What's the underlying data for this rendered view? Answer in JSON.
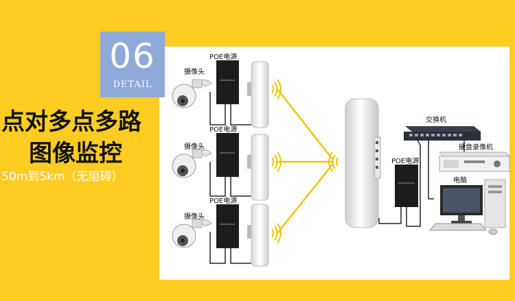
{
  "badge": {
    "number": "06",
    "detail": "DETAIL"
  },
  "heading": {
    "line1": "点对多点多路",
    "line2": "图像监控",
    "subtitle": "50m到5km（无阻碍）"
  },
  "labels": {
    "poe1": "POE电源",
    "poe2": "POE电源",
    "poe3": "POE电源",
    "poe4": "POE电源",
    "camera1": "摄像头",
    "camera2": "摄像头",
    "camera3": "摄像头",
    "switch": "交换机",
    "nvr": "硬盘录像机",
    "computer": "电脑"
  },
  "colors": {
    "background": "#ffcc22",
    "badge": "#8fa9d9",
    "panel": "#ffffff",
    "link": "#f5c400"
  }
}
